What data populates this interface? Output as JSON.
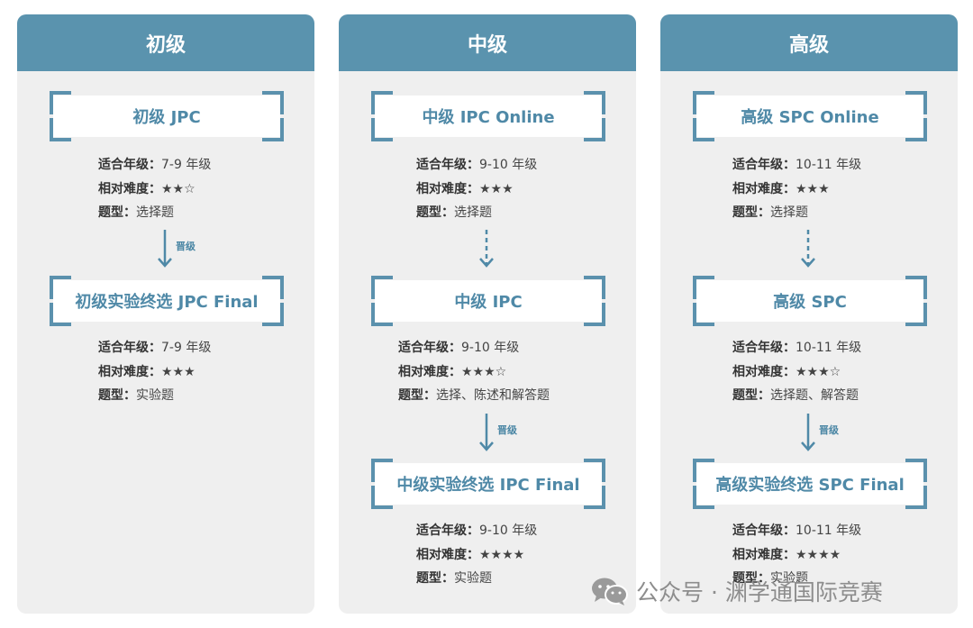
{
  "columns": [
    {
      "title": "初级",
      "stages": [
        {
          "name": "初级 JPC",
          "grade": "7-9 年级",
          "difficulty": "★★☆",
          "type": "选择题"
        },
        {
          "name": "初级实验终选 JPC Final",
          "grade": "7-9 年级",
          "difficulty": "★★★",
          "type": "实验题"
        }
      ],
      "arrows": [
        {
          "style": "solid",
          "label": "晋级"
        }
      ]
    },
    {
      "title": "中级",
      "stages": [
        {
          "name": "中级 IPC Online",
          "grade": "9-10 年级",
          "difficulty": "★★★",
          "type": "选择题"
        },
        {
          "name": "中级 IPC",
          "grade": "9-10 年级",
          "difficulty": "★★★☆",
          "type": "选择、陈述和解答题"
        },
        {
          "name": "中级实验终选 IPC Final",
          "grade": "9-10 年级",
          "difficulty": "★★★★",
          "type": "实验题"
        }
      ],
      "arrows": [
        {
          "style": "dashed",
          "label": ""
        },
        {
          "style": "solid",
          "label": "晋级"
        }
      ]
    },
    {
      "title": "高级",
      "stages": [
        {
          "name": "高级 SPC Online",
          "grade": "10-11 年级",
          "difficulty": "★★★",
          "type": "选择题"
        },
        {
          "name": "高级 SPC",
          "grade": "10-11 年级",
          "difficulty": "★★★☆",
          "type": "选择题、解答题"
        },
        {
          "name": "高级实验终选 SPC Final",
          "grade": "10-11 年级",
          "difficulty": "★★★★",
          "type": "实验题"
        }
      ],
      "arrows": [
        {
          "style": "dashed",
          "label": ""
        },
        {
          "style": "solid",
          "label": "晋级"
        }
      ]
    }
  ],
  "labels": {
    "grade": "适合年级：",
    "difficulty": "相对难度：",
    "type": "题型："
  },
  "watermark": {
    "text": "公众号 · 渊学通国际竞赛",
    "icon": "wechat-icon"
  },
  "colors": {
    "header": "#5a93ae",
    "accent": "#4f89a7",
    "panel": "#efefef"
  }
}
